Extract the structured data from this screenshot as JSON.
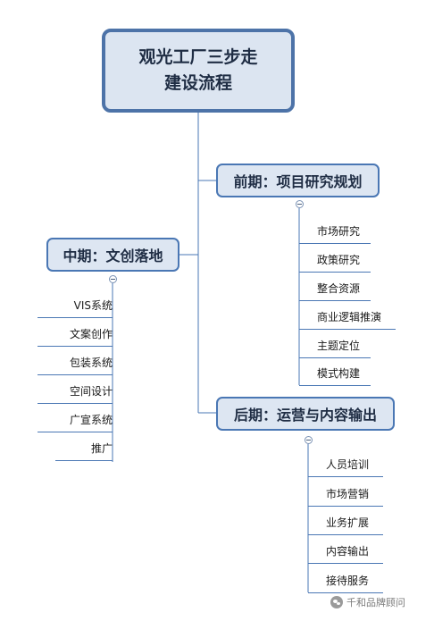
{
  "root": {
    "line1": "观光工厂三步走",
    "line2": "建设流程"
  },
  "branches": {
    "early": {
      "title": "前期：项目研究规划",
      "items": [
        "市场研究",
        "政策研究",
        "整合资源",
        "商业逻辑推演",
        "主题定位",
        "模式构建"
      ]
    },
    "middle": {
      "title": "中期：文创落地",
      "items": [
        "VIS系统",
        "文案创作",
        "包装系统",
        "空间设计",
        "广宣系统",
        "推广"
      ]
    },
    "late": {
      "title": "后期：运营与内容输出",
      "items": [
        "人员培训",
        "市场营销",
        "业务扩展",
        "内容输出",
        "接待服务"
      ]
    }
  },
  "watermark": "千和品牌顾问",
  "colors": {
    "node_border": "#4a77b4",
    "node_fill": "#dde6f2",
    "line": "#4a77b4"
  }
}
